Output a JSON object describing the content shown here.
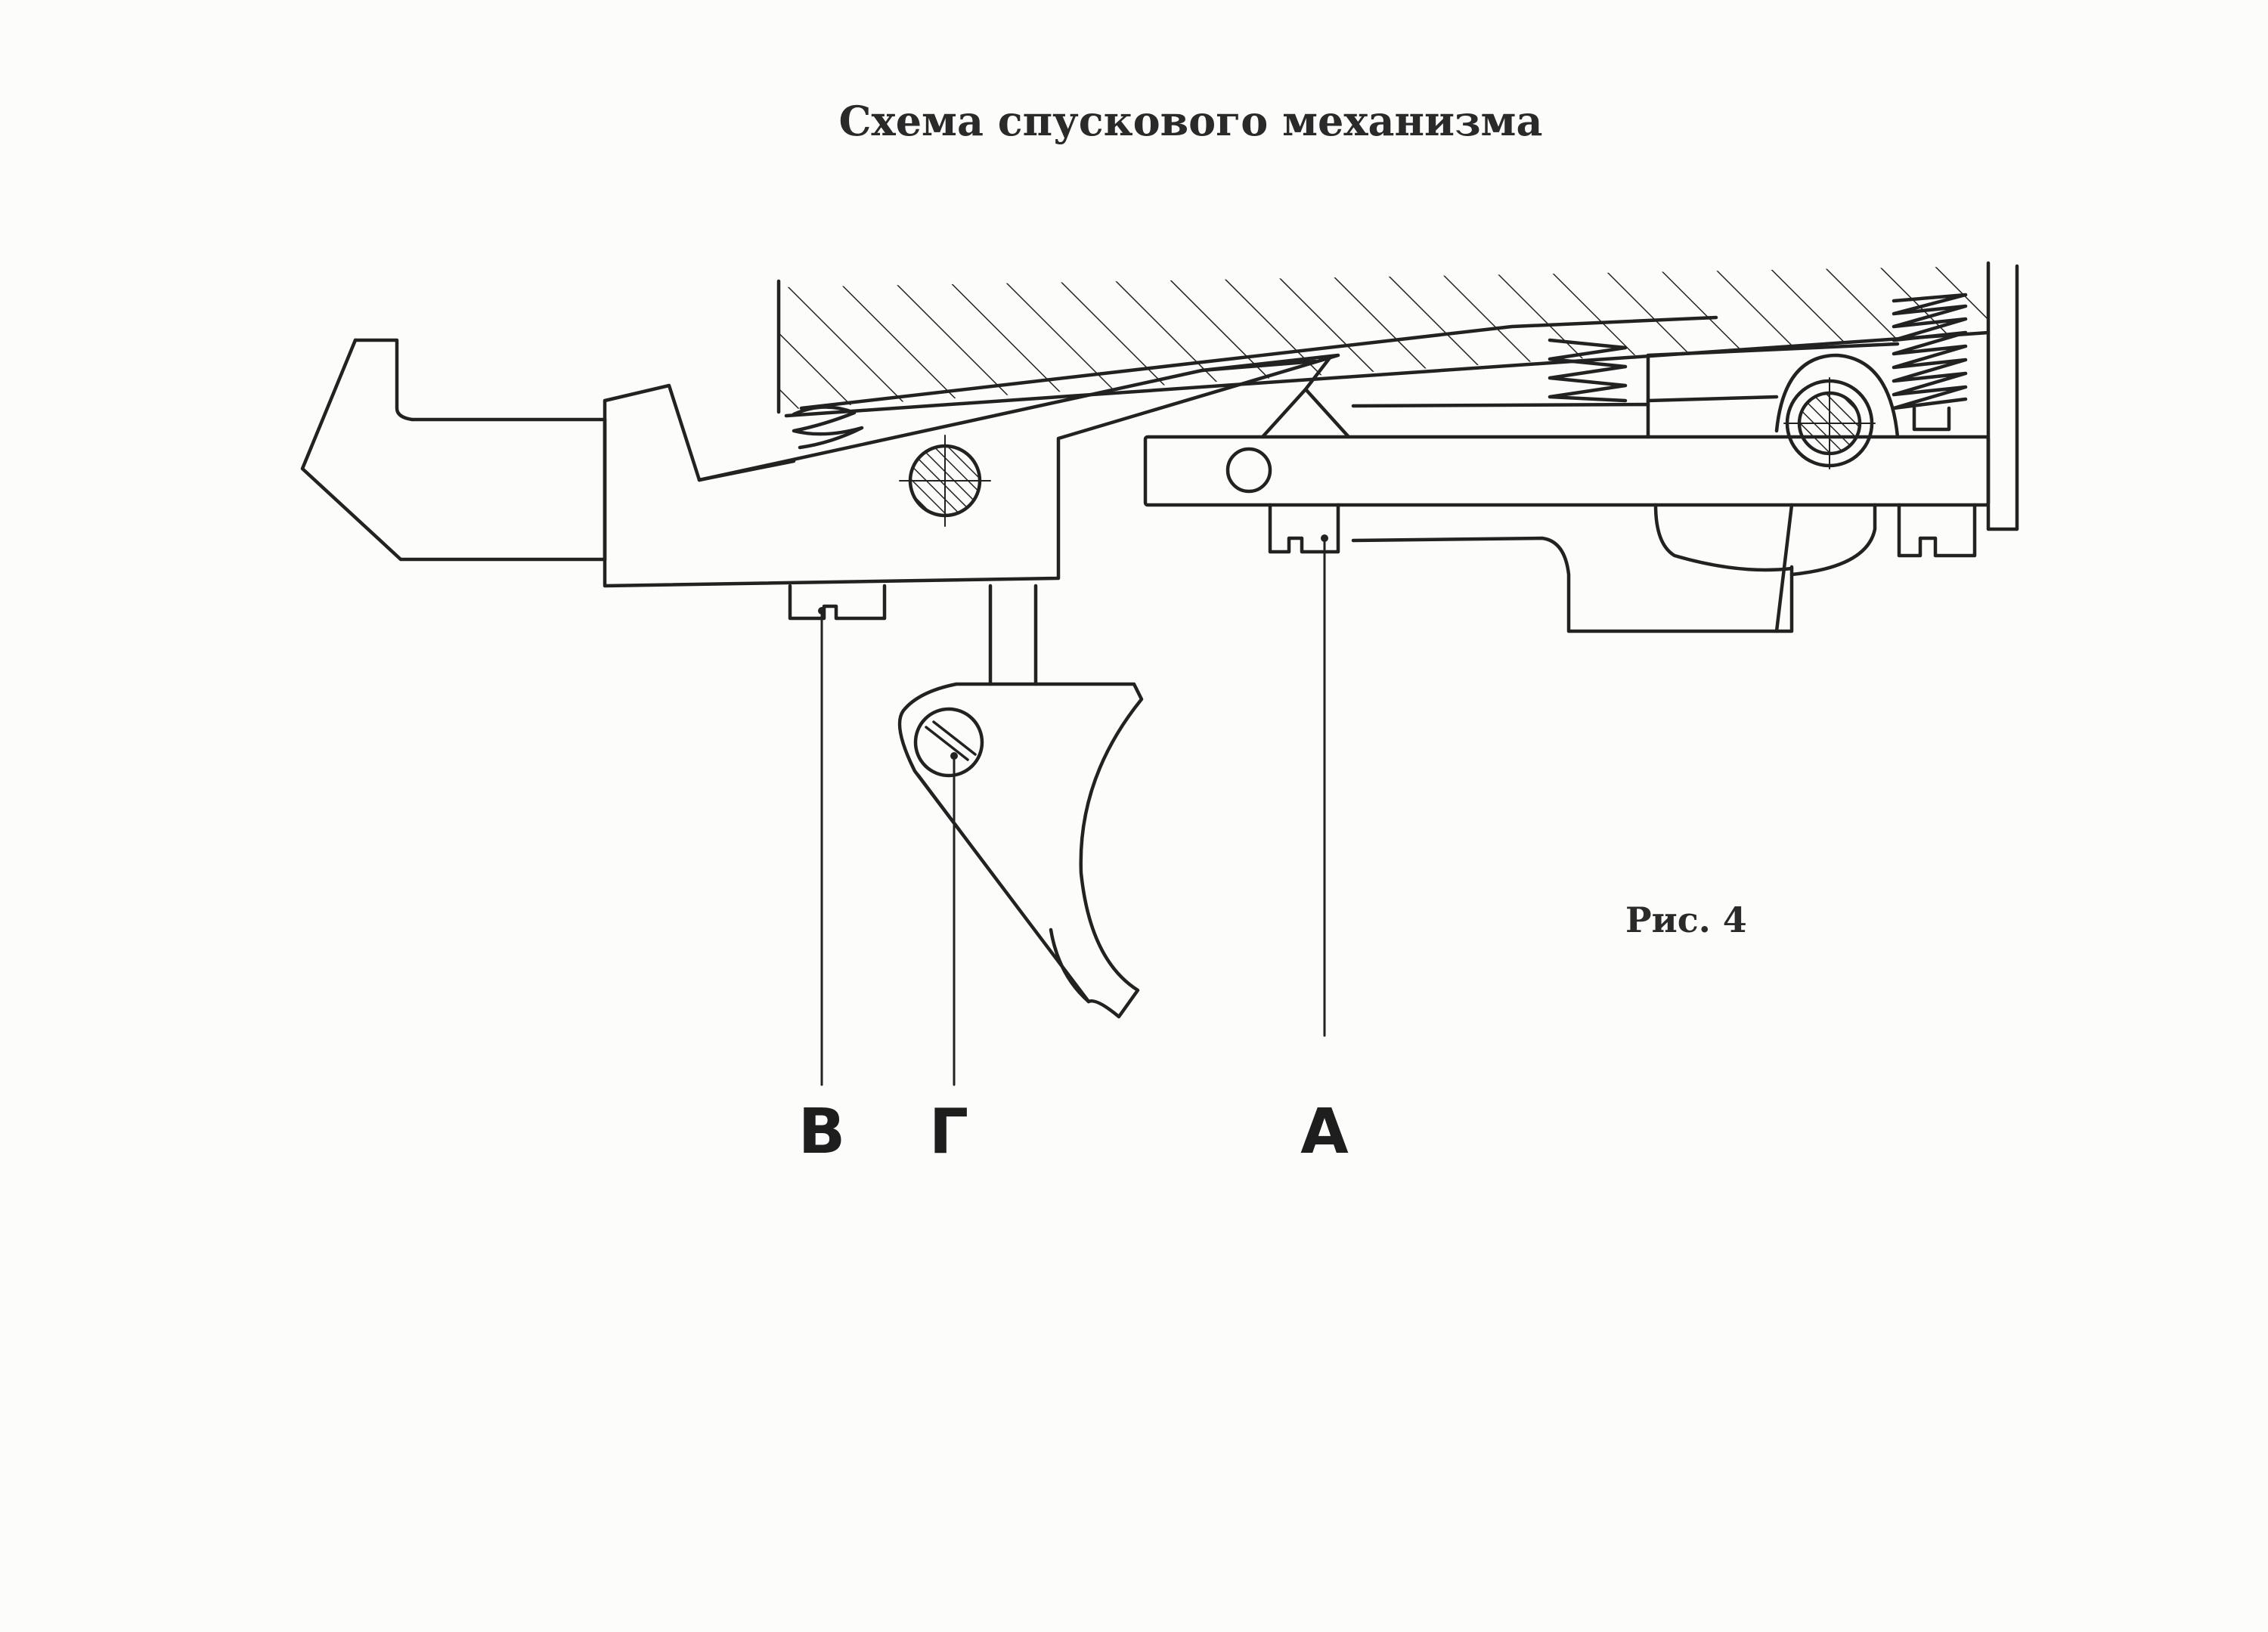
{
  "title": "Схема спускового механизма",
  "figure_label": "Рис. 4",
  "labels": {
    "b": "В",
    "g": "Г",
    "a": "А"
  }
}
